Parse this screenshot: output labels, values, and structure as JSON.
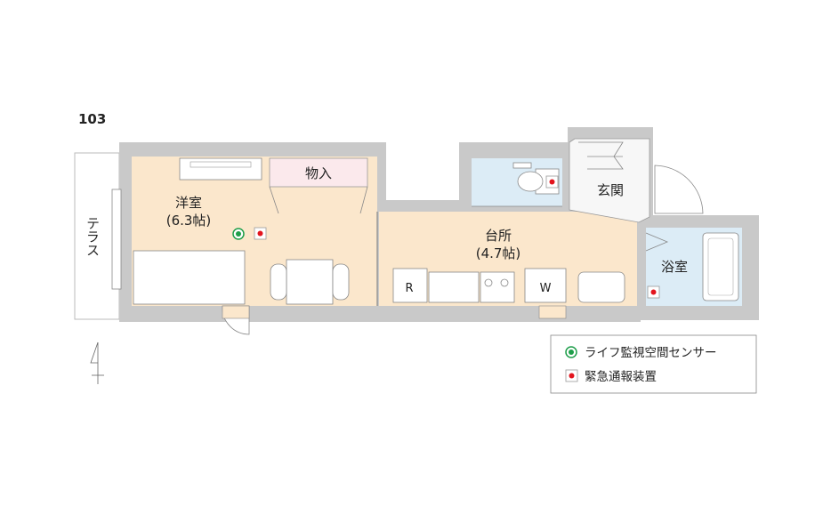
{
  "unit_number": "103",
  "rooms": {
    "western": {
      "name": "洋室",
      "size": "(6.3帖)"
    },
    "storage": {
      "name": "物入"
    },
    "kitchen": {
      "name": "台所",
      "size": "(4.7帖)"
    },
    "entrance": {
      "name": "玄関"
    },
    "bath": {
      "name": "浴室"
    },
    "terrace": {
      "name": "テラス"
    }
  },
  "appliances": {
    "fridge": "R",
    "washer": "W"
  },
  "legend": {
    "life_sensor": "ライフ監視空間センサー",
    "emergency": "緊急通報装置"
  },
  "colors": {
    "floor": "#fbe7cc",
    "wet_area": "#dcecf6",
    "storage": "#fbe9ec",
    "wall": "#c9c9c9",
    "sensor_green": "#1e9e4a",
    "alert_red": "#e3151e"
  },
  "icons": {
    "sensor": "green-circle-icon",
    "emergency": "red-square-icon",
    "north": "north-arrow-icon"
  }
}
